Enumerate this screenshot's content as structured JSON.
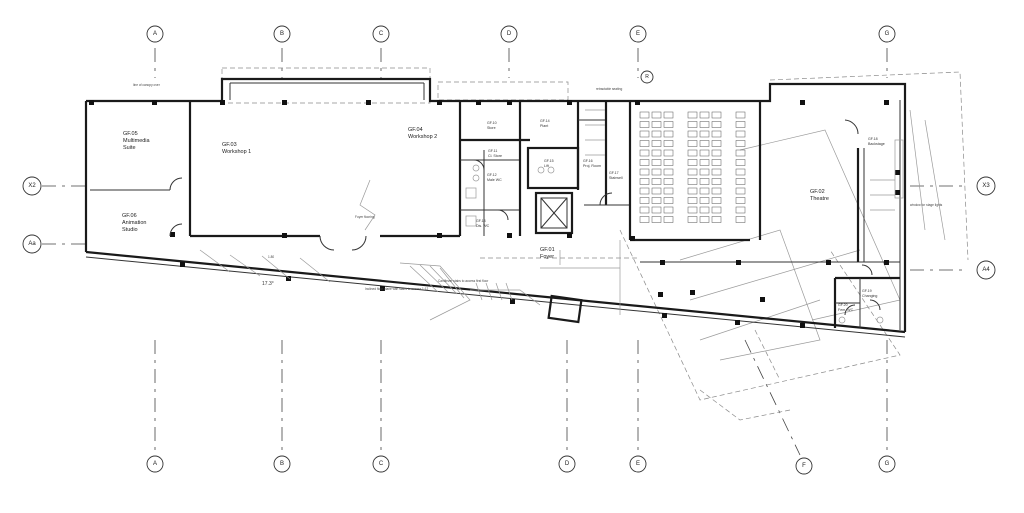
{
  "grid": {
    "top": [
      "A",
      "B",
      "C",
      "D",
      "E",
      "G"
    ],
    "bottom": [
      "A",
      "B",
      "C",
      "D",
      "E",
      "F",
      "G"
    ],
    "left": [
      "X2",
      "Aa"
    ],
    "right": [
      "X3",
      "A4"
    ],
    "center": "R"
  },
  "rooms": {
    "multimedia_code": "GF.05",
    "multimedia_name": "Multimedia",
    "multimedia_name2": "Suite",
    "workshop1_code": "GF.03",
    "workshop1_name": "Workshop 1",
    "workshop2_code": "GF.04",
    "workshop2_name": "Workshop 2",
    "animation_code": "GF.06",
    "animation_name": "Animation",
    "animation_name2": "Studio",
    "foyer_code": "GF.01",
    "foyer_name": "Foyer",
    "theatre_code": "GF.02",
    "theatre_name": "Theatre",
    "store_code": "GF.10",
    "store_name": "Store",
    "cl_store_code": "GF.11",
    "cl_store_name": "Cl. Store",
    "male_wc_code": "GF.12",
    "male_wc_name": "Male WC",
    "dis_wc_code": "GF.13",
    "dis_wc_name": "Dis. WC",
    "plant_code": "GF.14",
    "plant_name": "Plant",
    "lift_code": "GF.15",
    "lift_name": "Lift",
    "proj_code": "GF.16",
    "proj_name": "Proj. Room",
    "stairwell_code": "GF.17",
    "stairwell_name": "Stairwell",
    "backstage_code": "GF.18",
    "backstage_name": "Backstage",
    "changing_code": "GF.19",
    "changing_name": "Changing",
    "fem_wc_code": "GF.20",
    "fem_wc_name": "Fem. WC"
  },
  "notes": {
    "angle": "17.3°",
    "store_note": "line of canopy over",
    "foyer_note": "Foyer flooring",
    "ramp_note": "Inclined floor plane with stairs to access 1:12",
    "stair_note": "Cantilever stairs to access first floor",
    "seating_note": "retractable seating",
    "window_note": "window for stage lights",
    "dims": "1.80"
  }
}
